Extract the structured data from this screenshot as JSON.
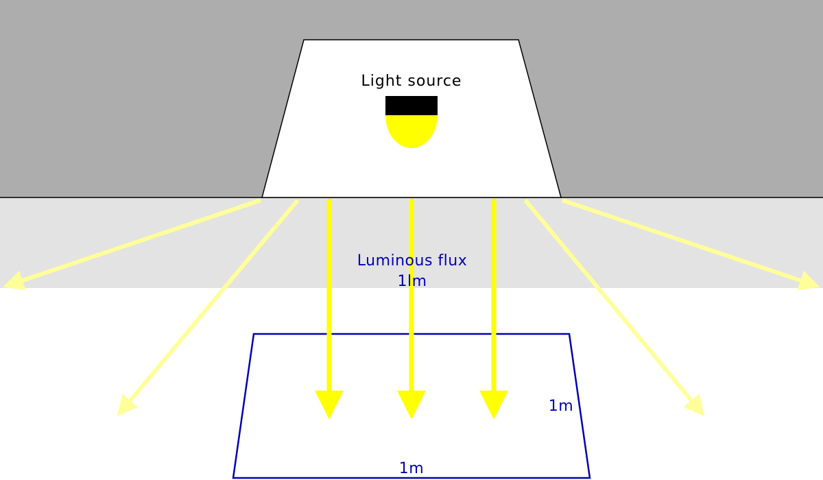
{
  "labels": {
    "light_source": "Light source",
    "flux_title": "Luminous flux",
    "flux_value": "1lm",
    "side_width": "1m",
    "side_depth": "1m"
  },
  "colors": {
    "ceiling": "#adadad",
    "floor_band": "#e3e3e3",
    "background": "#ffffff",
    "light_yellow": "#ffff00",
    "pale_yellow": "#ffff99",
    "area_blue": "#0000b3",
    "lamp_cap": "#000000"
  }
}
